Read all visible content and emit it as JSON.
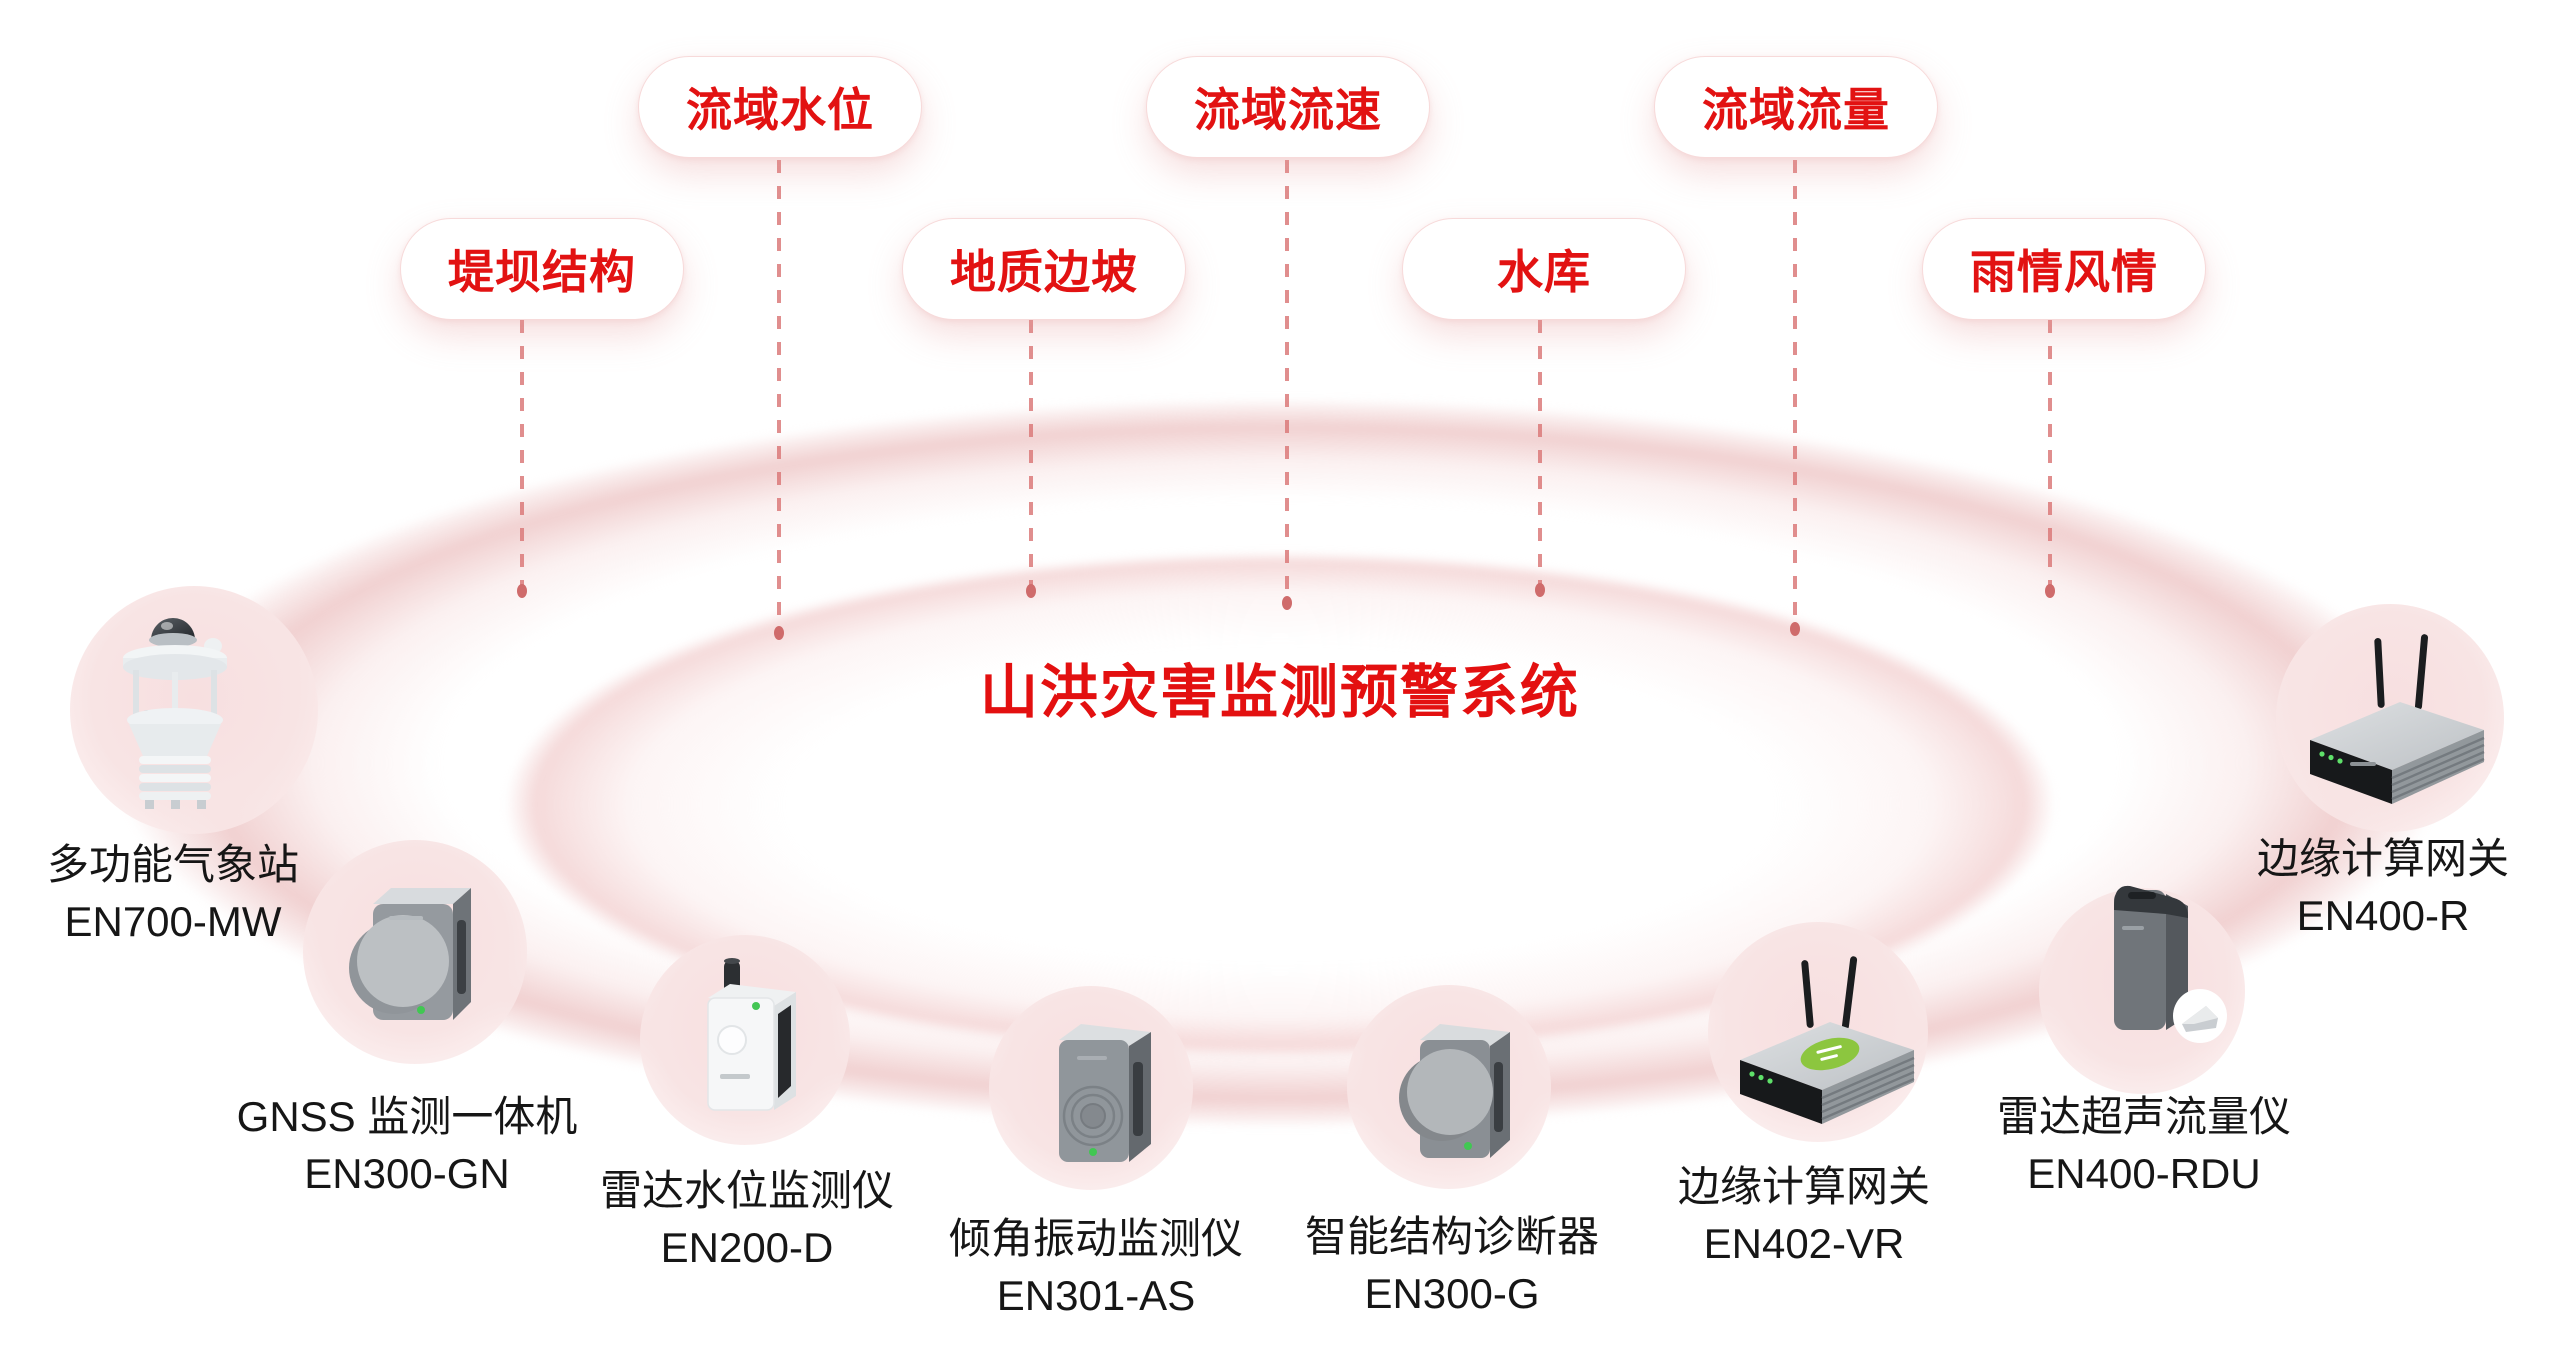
{
  "title": "山洪灾害监测预警系统",
  "colors": {
    "accent_red": "#e31010",
    "pill_text_red": "#e21212",
    "ring_pink": "#f0cece",
    "dashed_line_pink": "#db7a7a",
    "label_dark": "#161616",
    "led_green": "#41c752",
    "logo_green": "#8cc63f"
  },
  "pills": [
    {
      "label": "流域水位"
    },
    {
      "label": "流域流速"
    },
    {
      "label": "流域流量"
    },
    {
      "label": "堤坝结构"
    },
    {
      "label": "地质边坡"
    },
    {
      "label": "水库"
    },
    {
      "label": "雨情风情"
    }
  ],
  "devices": [
    {
      "name": "多功能气象站",
      "model": "EN700-MW",
      "icon": "weather-station-icon"
    },
    {
      "name": "GNSS 监测一体机",
      "model": "EN300-GN",
      "icon": "gnss-monitor-icon"
    },
    {
      "name": "雷达水位监测仪",
      "model": "EN200-D",
      "icon": "radar-water-level-icon"
    },
    {
      "name": "倾角振动监测仪",
      "model": "EN301-AS",
      "icon": "tilt-vibration-icon"
    },
    {
      "name": "智能结构诊断器",
      "model": "EN300-G",
      "icon": "structure-diagnosis-icon"
    },
    {
      "name": "边缘计算网关",
      "model": "EN402-VR",
      "icon": "edge-gateway-antenna-icon"
    },
    {
      "name": "雷达超声流量仪",
      "model": "EN400-RDU",
      "icon": "radar-ultrasonic-flow-icon"
    },
    {
      "name": "边缘计算网关",
      "model": "EN400-R",
      "icon": "edge-gateway-antenna-icon"
    }
  ]
}
